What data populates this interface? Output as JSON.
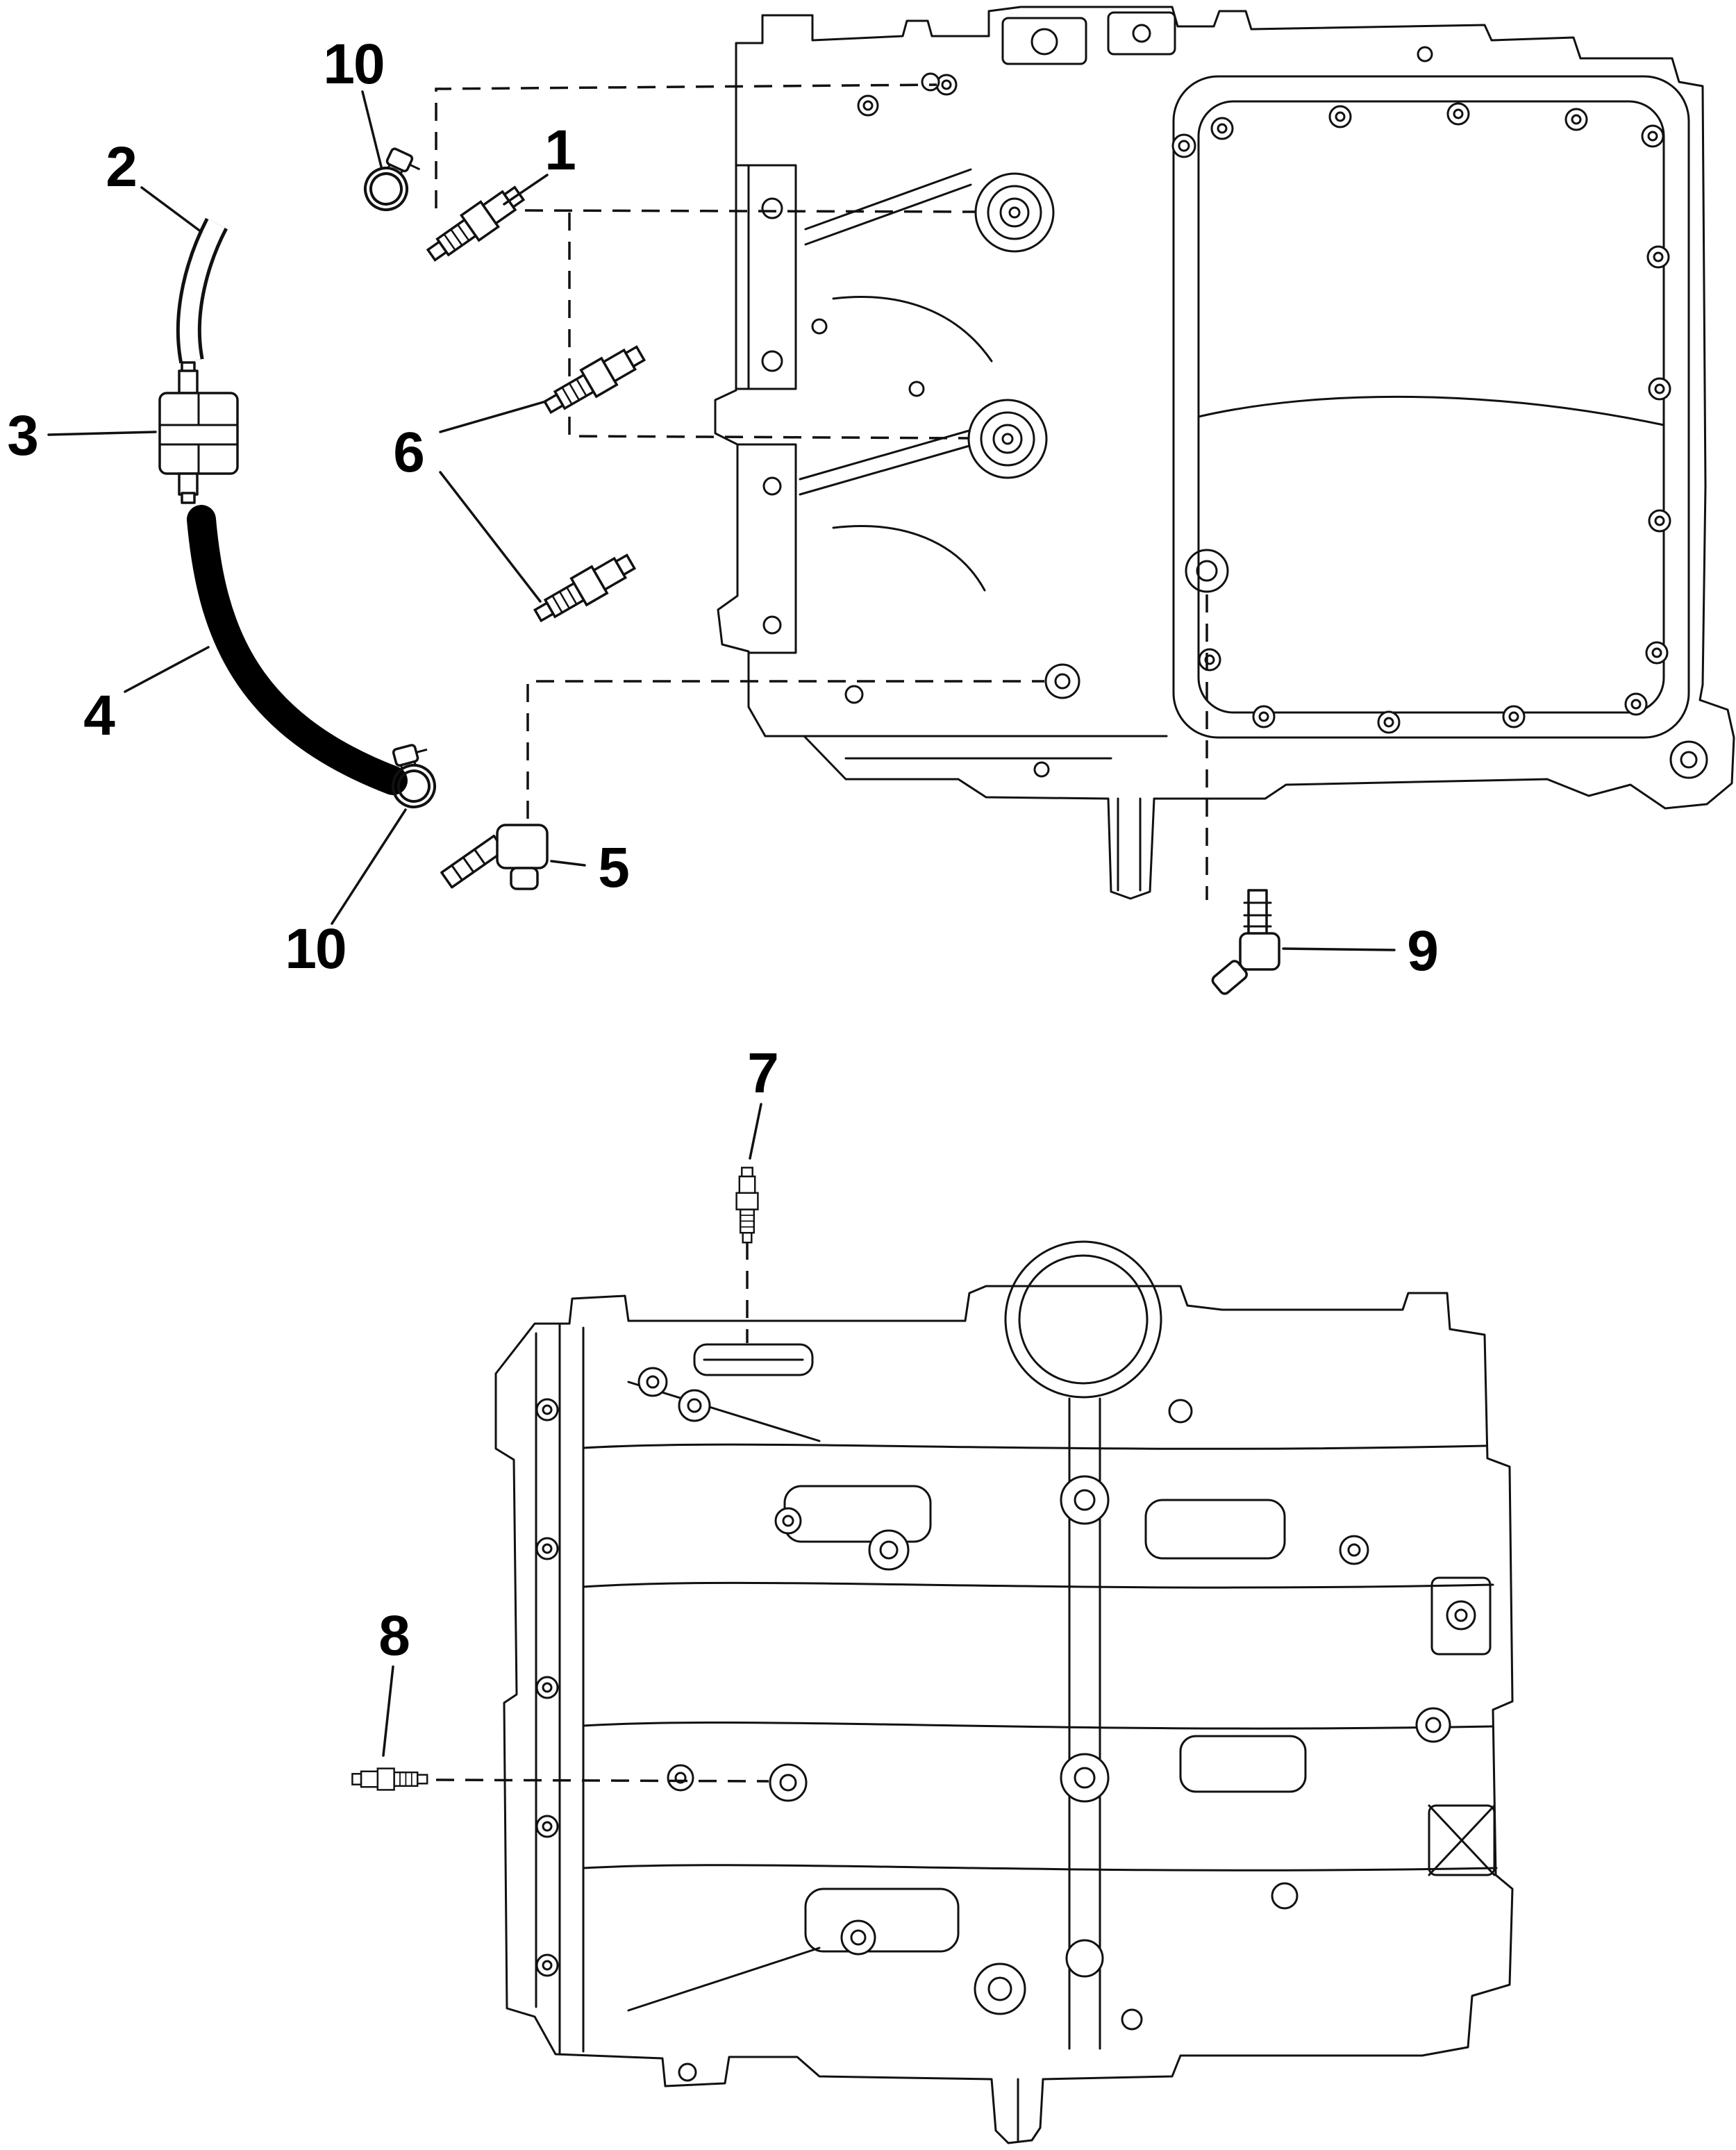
{
  "page": {
    "background": "#ffffff",
    "line_color": "#111111",
    "hose_color": "#000000"
  },
  "diagram": {
    "type": "exploded-parts-diagram",
    "views": [
      "cylinder-block-side-view",
      "cylinder-block-front-view"
    ],
    "callouts": [
      {
        "id": "callout-10-top",
        "label": "10"
      },
      {
        "id": "callout-2",
        "label": "2"
      },
      {
        "id": "callout-1",
        "label": "1"
      },
      {
        "id": "callout-3",
        "label": "3"
      },
      {
        "id": "callout-6",
        "label": "6"
      },
      {
        "id": "callout-4",
        "label": "4"
      },
      {
        "id": "callout-5",
        "label": "5"
      },
      {
        "id": "callout-10-bottom",
        "label": "10"
      },
      {
        "id": "callout-9",
        "label": "9"
      },
      {
        "id": "callout-7",
        "label": "7"
      },
      {
        "id": "callout-8",
        "label": "8"
      }
    ]
  }
}
